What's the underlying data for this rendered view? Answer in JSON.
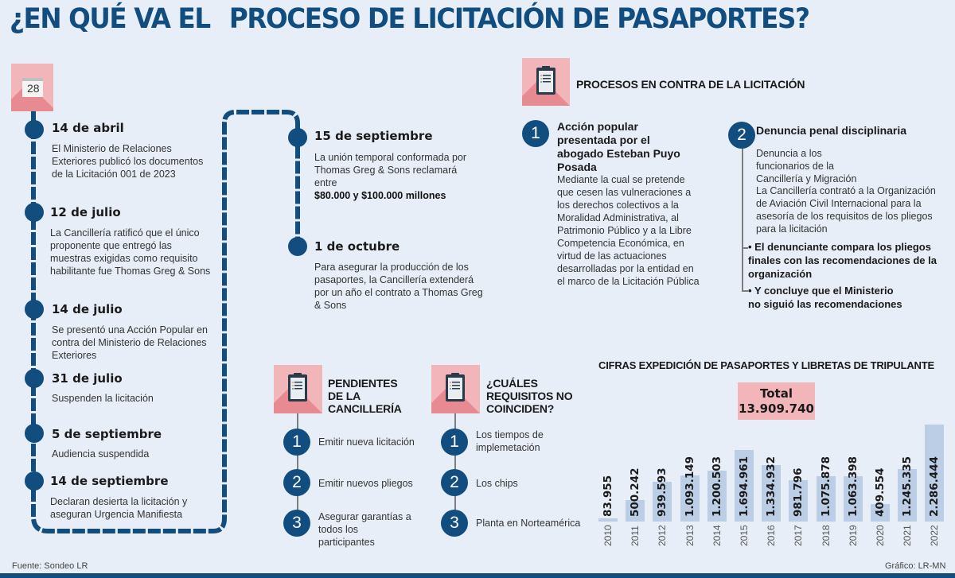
{
  "title": {
    "part1": "¿EN QUÉ VA EL",
    "part2": "PROCESO DE LICITACIÓN DE PASAPORTES?"
  },
  "calendar_icon": {
    "day": "28"
  },
  "timeline": [
    {
      "date": "14 de abril",
      "text": "El Ministerio de Relaciones Exteriores publicó los documentos de la Licitación 001 de 2023"
    },
    {
      "date": "12 de julio",
      "text": "La Cancillería ratificó que el único proponente que entregó las muestras exigidas como requisito habilitante fue Thomas Greg & Sons"
    },
    {
      "date": "14 de julio",
      "text": "Se presentó una Acción Popular en contra del Ministerio de Relaciones Exteriores"
    },
    {
      "date": "31 de julio",
      "text": "Suspenden la licitación"
    },
    {
      "date": "5 de septiembre",
      "text": "Audiencia suspendida"
    },
    {
      "date": "14 de septiembre",
      "text": "Declaran desierta la licitación y aseguran Urgencia Manifiesta"
    },
    {
      "date": "15  de septiembre",
      "text": "La unión temporal conformada por Thomas Greg & Sons reclamará entre",
      "text_bold": "$80.000 y $100.000 millones"
    },
    {
      "date": "1 de octubre",
      "text": "Para asegurar la producción de los pasaportes, la Cancillería extenderá por un año el contrato a Thomas Greg & Sons"
    }
  ],
  "procesos": {
    "heading": "PROCESOS EN CONTRA DE LA LICITACIÓN",
    "items": [
      {
        "number": "1",
        "title": "Acción popular presentada por el abogado Esteban Puyo Posada",
        "body": "Mediante la cual se pretende que cesen las vulneraciones a los derechos colectivos a la Moralidad Administrativa, al Patrimonio Público y a la Libre Competencia Económica, en virtud de las actuaciones desarrolladas por la entidad en el marco de la Licitación Pública"
      },
      {
        "number": "2",
        "title": "Denuncia penal disciplinaria",
        "body1": "Denuncia a los funcionarios de la Cancillería y Migración",
        "body2": "La Cancillería contrató a la Organización de Aviación Civil Internacional para la asesoría de los requisitos de los pliegos para la licitación",
        "bullets": [
          "El denunciante compara los pliegos finales con las recomendaciones de la organización",
          "Y concluye que el Ministerio no siguió las recomendaciones"
        ]
      }
    ]
  },
  "pendientes": {
    "heading": "PENDIENTES DE LA CANCILLERÍA",
    "items": [
      {
        "number": "1",
        "text": "Emitir nueva licitación"
      },
      {
        "number": "2",
        "text": "Emitir nuevos pliegos"
      },
      {
        "number": "3",
        "text": "Asegurar garantías a todos los participantes"
      }
    ]
  },
  "requisitos": {
    "heading": "¿CUÁLES REQUISITOS NO COINCIDEN?",
    "items": [
      {
        "number": "1",
        "text": "Los tiempos de implemetación"
      },
      {
        "number": "2",
        "text": "Los chips"
      },
      {
        "number": "3",
        "text": "Planta en Norteamérica"
      }
    ]
  },
  "chart_data": {
    "type": "bar",
    "title": "CIFRAS EXPEDICIÓN DE PASAPORTES Y LIBRETAS DE TRIPULANTE",
    "total_label": "Total",
    "total_value": "13.909.740",
    "categories": [
      "2010",
      "2011",
      "2012",
      "2013",
      "2014",
      "2015",
      "2016",
      "2017",
      "2018",
      "2019",
      "2020",
      "2021",
      "2022"
    ],
    "values": [
      83955,
      500242,
      939593,
      1093149,
      1200503,
      1694961,
      1334932,
      981796,
      1075878,
      1063398,
      409554,
      1245335,
      2286444
    ],
    "value_labels": [
      "83.955",
      "500.242",
      "939.593",
      "1.093.149",
      "1.200.503",
      "1.694.961",
      "1.334.932",
      "981.796",
      "1.075.878",
      "1.063.398",
      "409.554",
      "1.245.335",
      "2.286.444"
    ],
    "xlabel": "",
    "ylabel": "",
    "grid": false,
    "legend": null,
    "bar_color": "#bccde6"
  },
  "footer": {
    "source": "Fuente: Sondeo LR",
    "credit": "Gráfico: LR-MN"
  },
  "colors": {
    "navy": "#114d7f",
    "pink_tile": "#f2b5b9",
    "pink_shadow": "#e88a92",
    "background": "#e7eef8",
    "bar": "#bccde6"
  }
}
